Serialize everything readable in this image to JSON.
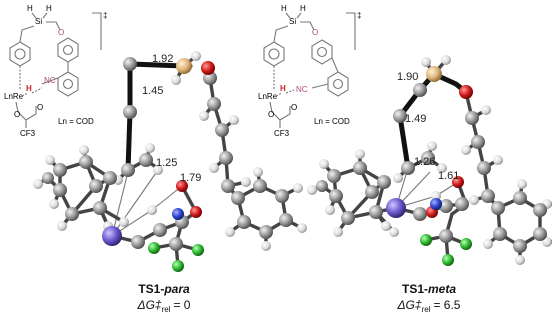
{
  "panels": [
    {
      "id": "para",
      "scheme": {
        "silicon": "Si",
        "h1": "H",
        "h2": "H",
        "oxygen": "O",
        "metal": "LnRe",
        "hydride": "H",
        "nitrile": "NC",
        "carbonyl_o": "O",
        "ester_o": "O",
        "cf3": "CF3",
        "ligand_note": "Ln = COD",
        "dagger": "‡"
      },
      "bond_lengths": [
        "1.92",
        "1.45",
        "1.25",
        "1.79"
      ],
      "caption": {
        "name": "TS1-",
        "isomer": "para",
        "energy_label": "ΔG‡",
        "energy_sub": "rel",
        "energy_value": "= 0"
      }
    },
    {
      "id": "meta",
      "scheme": {
        "silicon": "Si",
        "h1": "H",
        "h2": "H",
        "oxygen": "O",
        "metal": "LnRe",
        "hydride": "H",
        "nitrile": "NC",
        "carbonyl_o": "O",
        "ester_o": "O",
        "cf3": "CF3",
        "ligand_note": "Ln = COD",
        "dagger": "‡"
      },
      "bond_lengths": [
        "1.90",
        "1.49",
        "1.26",
        "1.61"
      ],
      "caption": {
        "name": "TS1-",
        "isomer": "meta",
        "energy_label": "ΔG‡",
        "energy_sub": "rel",
        "energy_value": "= 6.5"
      }
    }
  ],
  "colors": {
    "scheme_black": "#333333",
    "scheme_pink": "#b0457e",
    "hydride_red": "#d02020",
    "carbon": "#8a8a8a",
    "hydrogen": "#e6e6e6",
    "silicon": "#e0b67a",
    "oxygen": "#cc1111",
    "nitrogen": "#3344cc",
    "rhenium": "#6a5acd",
    "fluorine": "#33bb33"
  }
}
